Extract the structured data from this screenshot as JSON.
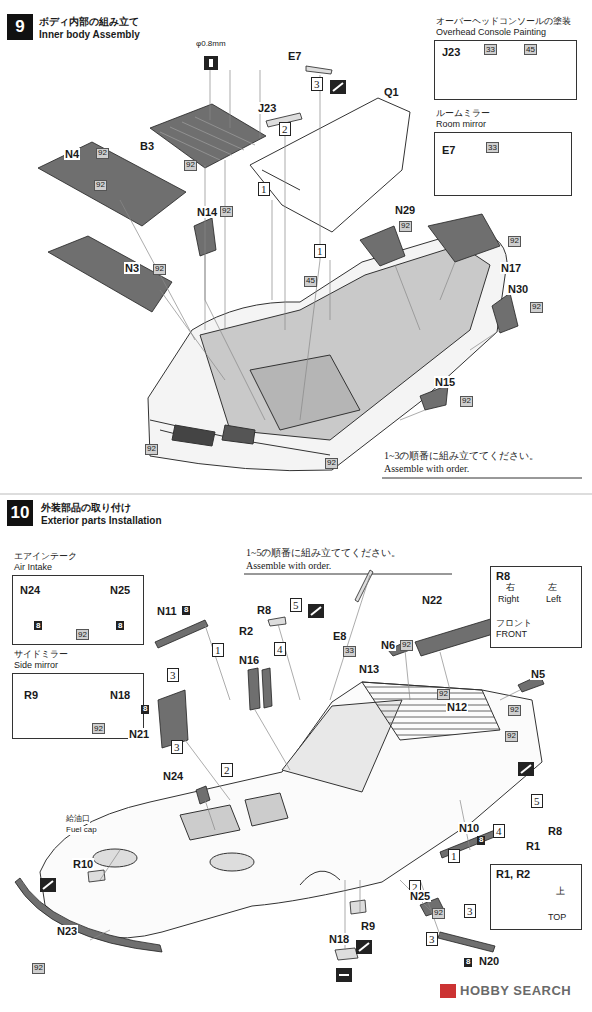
{
  "diagram": {
    "nodes": [
      {
        "text": [
          "9",
          "ボディ内部の組み立て",
          "Inner body Assembly"
        ]
      },
      {
        "text": [
          "オーバーヘッドコンソールの塗装",
          "Overhead Console Painting",
          "J23",
          "33",
          "45"
        ]
      },
      {
        "text": [
          "ルームミラー",
          "Room mirror",
          "E7",
          "33"
        ]
      },
      {
        "text": [
          "10",
          "外装部品の取り付け",
          "Exterior parts Installation"
        ]
      },
      {
        "text": [
          "エアインテーク",
          "Air Intake",
          "N24",
          "N25",
          "8",
          "92",
          "8"
        ]
      },
      {
        "text": [
          "サイドミラー",
          "Side mirror",
          "R9",
          "N18",
          "92"
        ]
      },
      {
        "text": [
          "R8",
          "右",
          "Right",
          "左",
          "Left",
          "フロント",
          "FRONT"
        ]
      },
      {
        "text": [
          "R1, R2",
          "上",
          "TOP"
        ]
      }
    ],
    "labels": [
      "φ0.8mm",
      "E7",
      "3",
      "J23",
      "2",
      "Q1",
      "B3",
      "92",
      "N4",
      "92",
      "92",
      "N14",
      "92",
      "1",
      "N29",
      "92",
      "92",
      "N17",
      "N3",
      "92",
      "1",
      "45",
      "N30",
      "92",
      "N15",
      "92",
      "92",
      "92",
      "1~3の順番に組み立ててください。",
      "Assemble with order.",
      "1~5の順番に組み立ててください。",
      "Assemble with order.",
      "N11",
      "8",
      "R8",
      "5",
      "E8",
      "33",
      "N22",
      "N6",
      "92",
      "R2",
      "4",
      "N16",
      "1",
      "3",
      "8",
      "N21",
      "3",
      "N24",
      "2",
      "N13",
      "92",
      "N12",
      "N5",
      "92",
      "92",
      "給油口",
      "Fuel cap",
      "R10",
      "5",
      "R8",
      "R1",
      "4",
      "N10",
      "8",
      "1",
      "2",
      "N25",
      "92",
      "3",
      "3",
      "N20",
      "8",
      "R9",
      "N18",
      "N23",
      "92",
      "HOBBY SEARCH"
    ]
  }
}
